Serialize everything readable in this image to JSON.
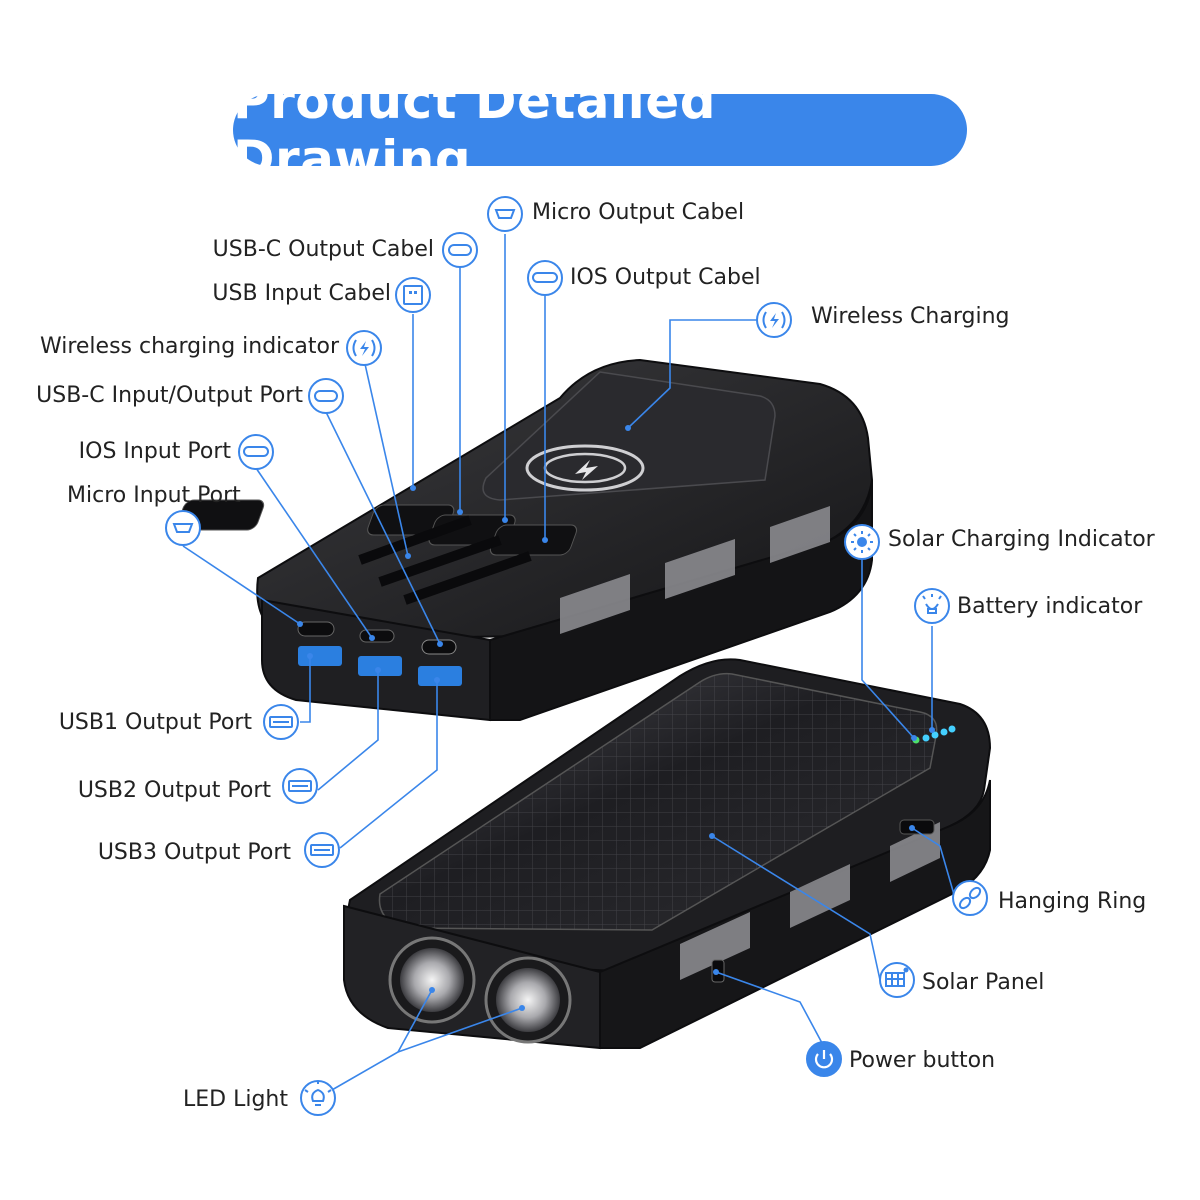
{
  "title": "Product Detailed Drawing",
  "labels": {
    "micro_output_cabel": "Micro Output Cabel",
    "usbc_output_cabel": "USB-C  Output Cabel",
    "ios_output_cabel": "IOS Output Cabel",
    "usb_input_cabel": "USB  Input Cabel",
    "wireless_charging": "Wireless Charging",
    "wireless_charging_indicator": "Wireless charging indicator",
    "usbc_io_port": "USB-C  Input/Output Port",
    "ios_input_port": "IOS  Input Port",
    "micro_input_port": "Micro  Input Port",
    "solar_charging_indicator": "Solar Charging Indicator",
    "battery_indicator": "Battery indicator",
    "usb1_output_port": "USB1 Output Port",
    "usb2_output_port": "USB2 Output Port",
    "usb3_output_port": "USB3 Output Port",
    "hanging_ring": "Hanging Ring",
    "solar_panel": "Solar Panel",
    "power_button": "Power button",
    "led_light": "LED Light"
  },
  "colors": {
    "accent": "#3a86ea",
    "leader_line": "#3a86ea",
    "text": "#222222",
    "device_body": "#1c1c1e",
    "device_edge": "#3a3a3c",
    "usb_port": "#2b7fe0",
    "indicator_led": "#44d0ff"
  },
  "icons": [
    "micro-usb-icon",
    "usb-c-icon",
    "lightning-icon",
    "usb-a-icon",
    "wireless-icon",
    "sun-icon",
    "battery-bulb-icon",
    "usb-port-icon",
    "ring-link-icon",
    "solar-panel-icon",
    "power-icon",
    "bulb-icon"
  ]
}
